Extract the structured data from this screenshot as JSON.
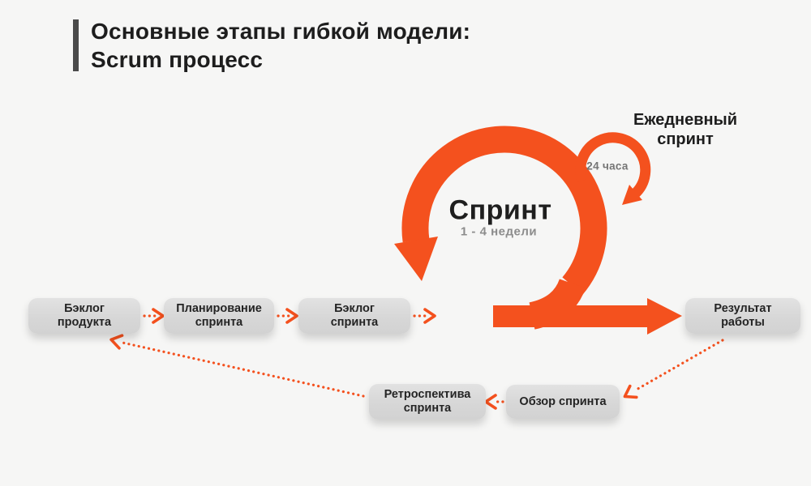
{
  "title": {
    "line1": "Основные этапы гибкой модели:",
    "line2": "Scrum процесс"
  },
  "sprint_loop": {
    "title": "Спринт",
    "subtitle": "1 - 4 недели"
  },
  "daily_loop": {
    "title": "Ежедневный спринт",
    "subtitle": "24 часа"
  },
  "nodes": [
    {
      "id": "product-backlog",
      "label": "Бэклог продукта"
    },
    {
      "id": "sprint-planning",
      "label": "Планирование спринта"
    },
    {
      "id": "sprint-backlog",
      "label": "Бэклог спринта"
    },
    {
      "id": "work-result",
      "label": "Результат работы"
    },
    {
      "id": "sprint-retrospective",
      "label": "Ретроспектива спринта"
    },
    {
      "id": "sprint-review",
      "label": "Обзор спринта"
    }
  ],
  "colors": {
    "accent_orange": "#F4511E",
    "background": "#F6F6F5",
    "node_gray": "#D9D9D9",
    "title_accent_bar": "#4A4A4A",
    "text_dark": "#1D1D1D",
    "text_muted": "#8C8C8C"
  }
}
